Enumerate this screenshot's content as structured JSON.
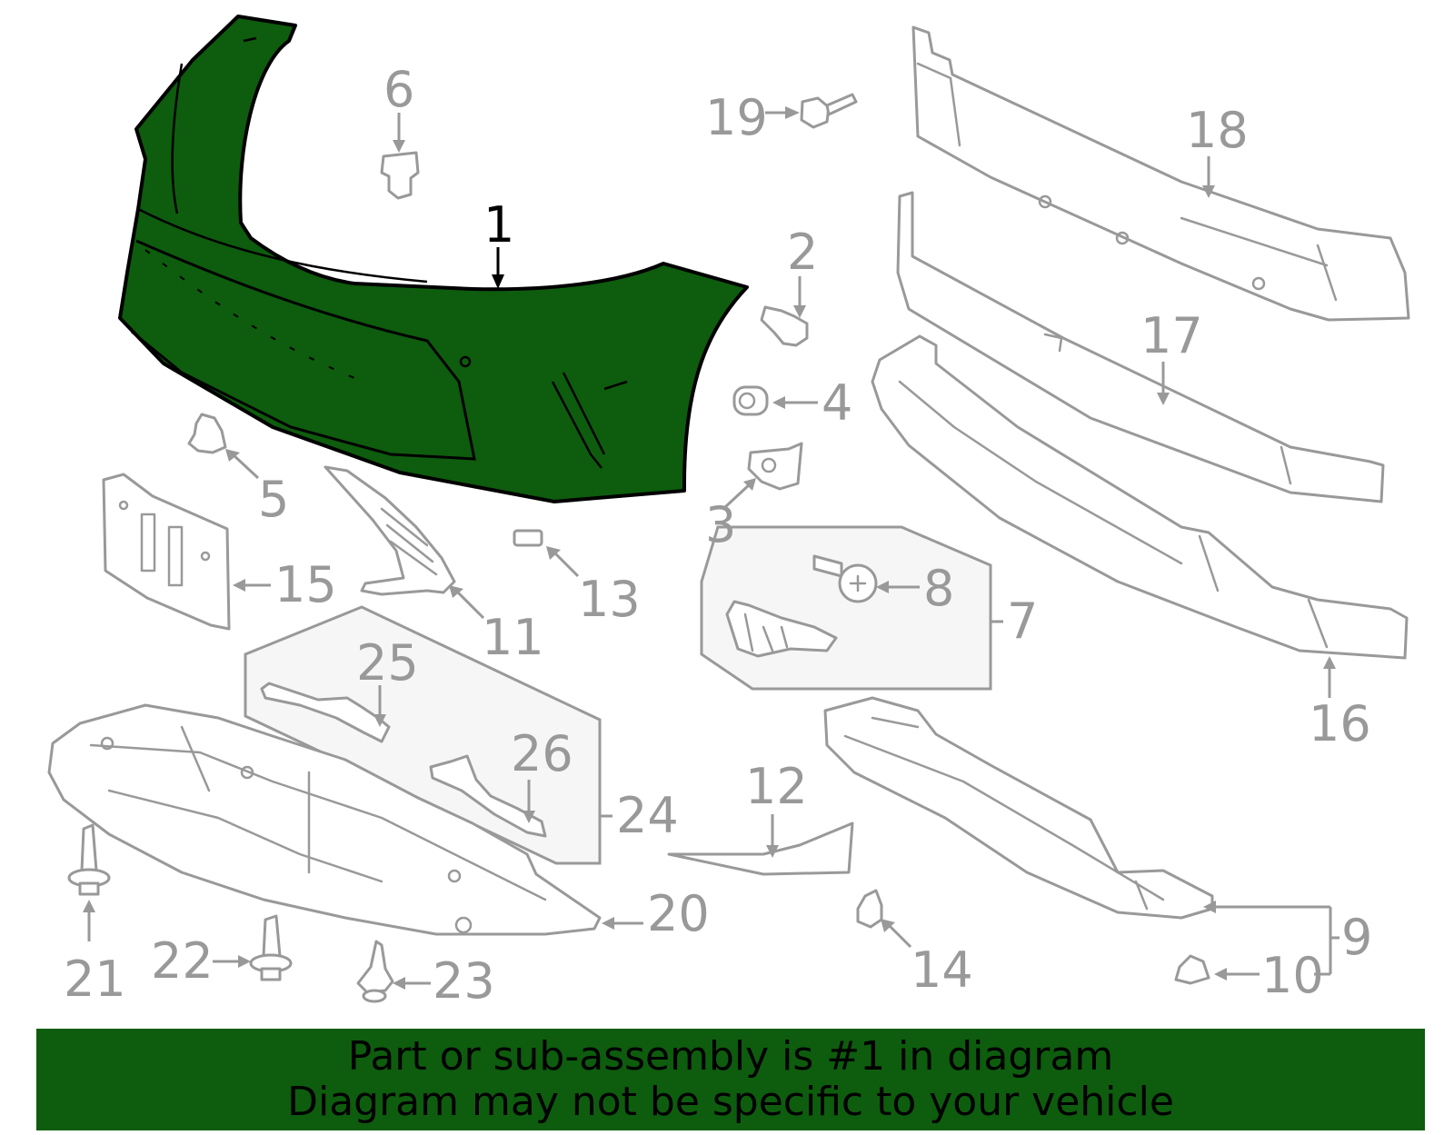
{
  "diagram": {
    "highlight_color": "#0e5c0e",
    "part_color": "#999999",
    "highlighted_part": "1",
    "callouts": [
      "1",
      "2",
      "3",
      "4",
      "5",
      "6",
      "7",
      "8",
      "9",
      "10",
      "11",
      "12",
      "13",
      "14",
      "15",
      "16",
      "17",
      "18",
      "19",
      "20",
      "21",
      "22",
      "23",
      "24",
      "25",
      "26"
    ]
  },
  "banner": {
    "line1": "Part or sub-assembly is #1 in diagram",
    "line2": "Diagram may not be specific to your vehicle"
  }
}
